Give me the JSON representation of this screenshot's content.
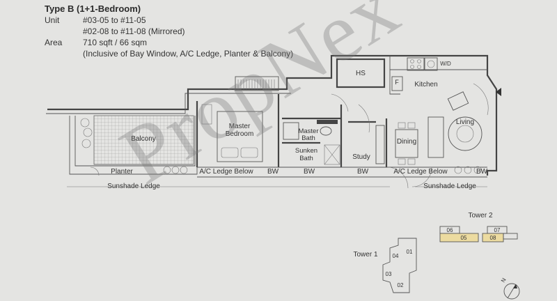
{
  "header": {
    "title": "Type B (1+1-Bedroom)",
    "unit_label": "Unit",
    "unit_line1": "#03-05 to #11-05",
    "unit_line2": "#02-08 to #11-08 (Mirrored)",
    "area_label": "Area",
    "area_line1": "710 sqft / 66 sqm",
    "area_line2": "(Inclusive of Bay Window, A/C Ledge, Planter & Balcony)"
  },
  "rooms": {
    "hs": "HS",
    "wd": "W/D",
    "f": "F",
    "kitchen": "Kitchen",
    "master_bedroom_1": "Master",
    "master_bedroom_2": "Bedroom",
    "master_bath_1": "Master",
    "master_bath_2": "Bath",
    "sunken_bath_1": "Sunken",
    "sunken_bath_2": "Bath",
    "study": "Study",
    "dining": "Dining",
    "living": "Living",
    "balcony": "Balcony",
    "planter": "Planter",
    "ac_ledge_1": "A/C Ledge Below",
    "bw_1": "BW",
    "bw_2": "BW",
    "bw_3": "BW",
    "ac_ledge_2": "A/C Ledge Below",
    "bw_4": "BW",
    "sunshade_1": "Sunshade Ledge",
    "sunshade_2": "Sunshade Ledge"
  },
  "keyplan": {
    "tower2_label": "Tower 2",
    "tower1_label": "Tower 1",
    "units_t2": [
      "06",
      "05",
      "08",
      "07"
    ],
    "units_t1": [
      "01",
      "04",
      "03",
      "02"
    ],
    "highlight_color": "#ecdba0"
  },
  "compass": {
    "label": "N"
  },
  "watermark": "PropNex"
}
